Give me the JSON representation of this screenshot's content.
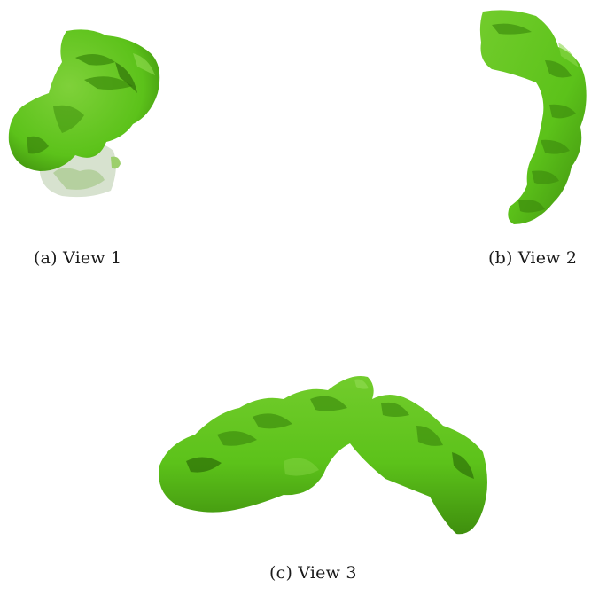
{
  "figure": {
    "panels": [
      {
        "id": "a",
        "caption": "(a) View 1"
      },
      {
        "id": "b",
        "caption": "(b) View 2"
      },
      {
        "id": "c",
        "caption": "(c) View 3"
      }
    ],
    "colors": {
      "surface": "#5cc21a",
      "surface_dark": "#3f8f0e",
      "surface_light": "#8ad74a",
      "ghost": "#c9d8bf"
    }
  }
}
